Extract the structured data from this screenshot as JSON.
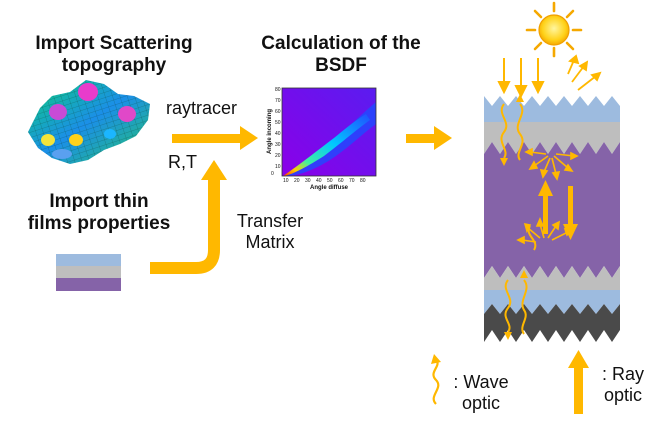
{
  "labels": {
    "import_scattering_1": "Import Scattering",
    "import_scattering_2": "topography",
    "calc_bsdf_1": "Calculation of the",
    "calc_bsdf_2": "BSDF",
    "import_thin_1": "Import thin",
    "import_thin_2": "films properties",
    "raytracer": "raytracer",
    "rt": "R,T",
    "transfer_1": "Transfer",
    "transfer_2": "Matrix",
    "wave_1": ": Wave",
    "wave_2": "optic",
    "ray_1": ": Ray",
    "ray_2": "optic"
  },
  "bsdf_plot": {
    "xlabel": "Angle diffuse",
    "ylabel": "Angle incoming",
    "x_ticks": [
      "0",
      "10",
      "20",
      "30",
      "40",
      "50",
      "60",
      "70",
      "80"
    ],
    "y_ticks": [
      "0",
      "10",
      "20",
      "30",
      "40",
      "50",
      "60",
      "70",
      "80"
    ]
  },
  "colors": {
    "arrow": "#FFB800",
    "layer_blue": "#9DBBDF",
    "layer_gray": "#BEBEBE",
    "layer_purple": "#8563A8",
    "layer_dark": "#4A4A4A"
  }
}
